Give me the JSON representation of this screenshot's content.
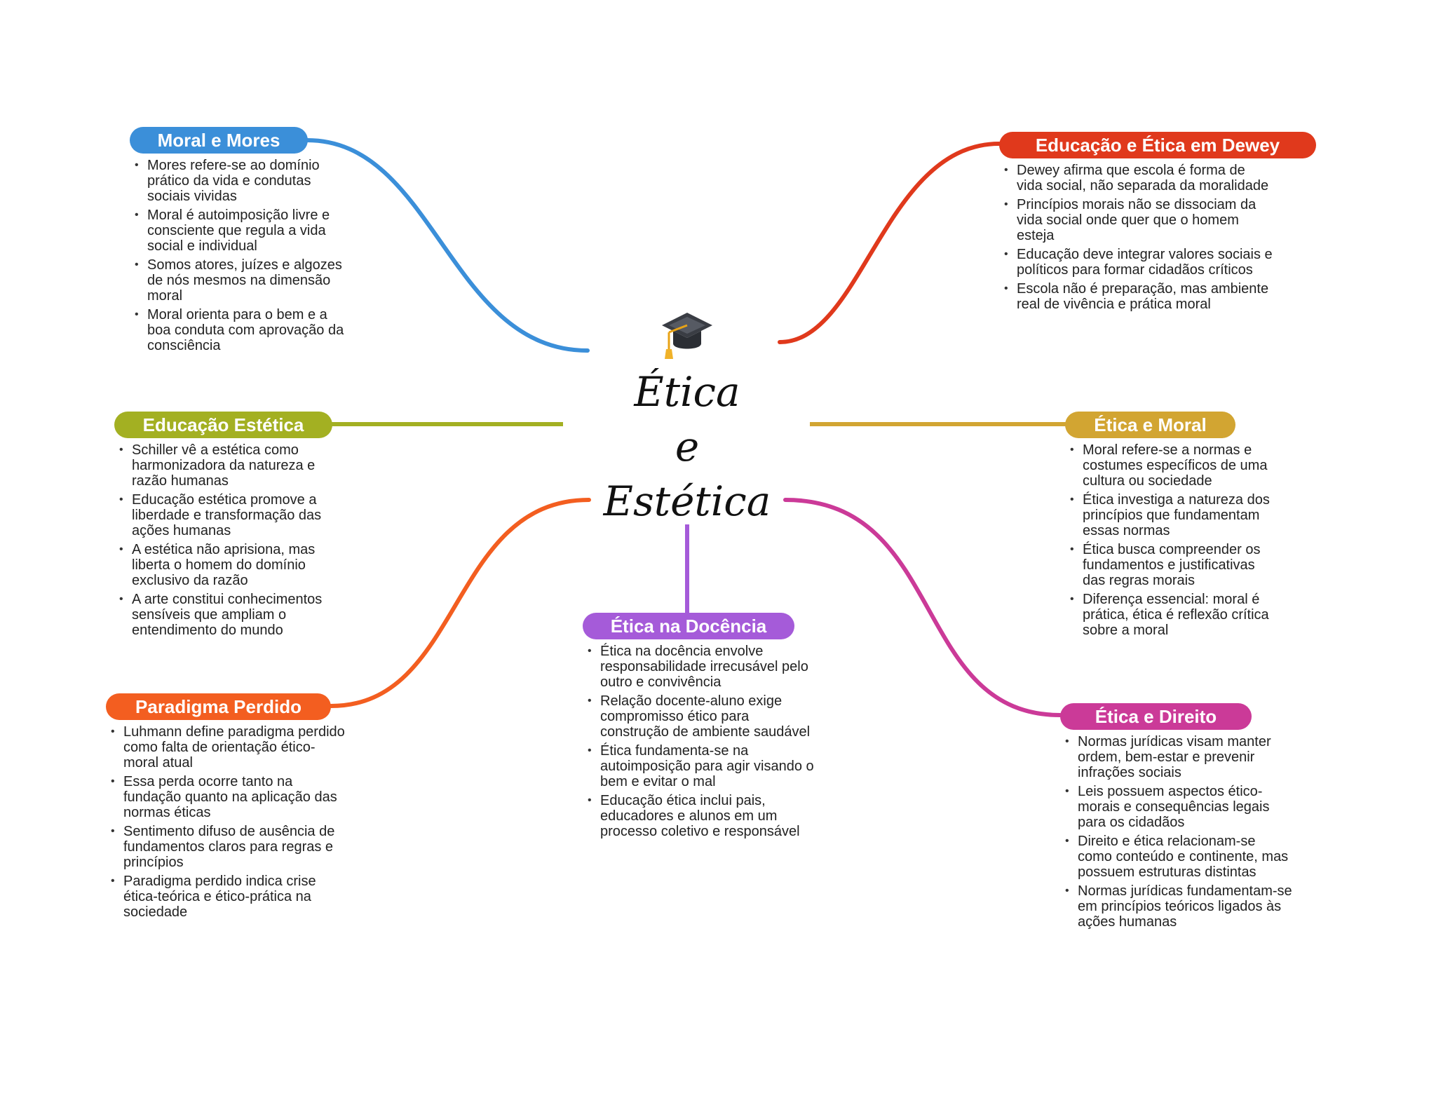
{
  "central": {
    "icon": "graduation-cap-icon",
    "title_lines": [
      "Ética",
      "e",
      "Estética"
    ]
  },
  "colors": {
    "moral_mores": "#3b8fd9",
    "educacao_dewey": "#e0391c",
    "educacao_estetica": "#a3b022",
    "etica_moral": "#d2a532",
    "paradigma": "#f35e20",
    "docencia": "#a55bd9",
    "direito": "#cb3a98"
  },
  "branches": {
    "moral_mores": {
      "label": "Moral e Mores",
      "points": [
        "Mores refere-se ao domínio prático da vida e condutas sociais vividas",
        "Moral é autoimposição livre e consciente que regula a vida social e individual",
        "Somos atores, juízes e algozes de nós mesmos na dimensão moral",
        "Moral orienta para o bem e a boa conduta com aprovação da consciência"
      ]
    },
    "educacao_dewey": {
      "label": "Educação e Ética em Dewey",
      "points": [
        "Dewey afirma que escola é forma de vida social, não separada da moralidade",
        "Princípios morais não se dissociam da vida social onde quer que o homem esteja",
        "Educação deve integrar valores sociais e políticos para formar cidadãos críticos",
        "Escola não é preparação, mas ambiente real de vivência e prática moral"
      ]
    },
    "educacao_estetica": {
      "label": "Educação Estética",
      "points": [
        "Schiller vê a estética como harmonizadora da natureza e razão humanas",
        "Educação estética promove a liberdade e transformação das ações humanas",
        "A estética não aprisiona, mas liberta o homem do domínio exclusivo da razão",
        "A arte constitui conhecimentos sensíveis que ampliam o entendimento do mundo"
      ]
    },
    "etica_moral": {
      "label": "Ética e Moral",
      "points": [
        "Moral refere-se a normas e costumes específicos de uma cultura ou sociedade",
        "Ética investiga a natureza dos princípios que fundamentam essas normas",
        "Ética busca compreender os fundamentos e justificativas das regras morais",
        "Diferença essencial: moral é prática, ética é reflexão crítica sobre a moral"
      ]
    },
    "paradigma": {
      "label": "Paradigma Perdido",
      "points": [
        "Luhmann define paradigma perdido como falta de orientação ético-moral atual",
        "Essa perda ocorre tanto na fundação quanto na aplicação das normas éticas",
        "Sentimento difuso de ausência de fundamentos claros para regras e princípios",
        "Paradigma perdido indica crise ética-teórica e ético-prática na sociedade"
      ]
    },
    "docencia": {
      "label": "Ética na Docência",
      "points": [
        "Ética na docência envolve responsabilidade irrecusável pelo outro e convivência",
        "Relação docente-aluno exige compromisso ético para construção de ambiente saudável",
        "Ética fundamenta-se na autoimposição para agir visando o bem e evitar o mal",
        "Educação ética inclui pais, educadores e alunos em um processo coletivo e responsável"
      ]
    },
    "direito": {
      "label": "Ética e Direito",
      "points": [
        "Normas jurídicas visam manter ordem, bem-estar e prevenir infrações sociais",
        "Leis possuem aspectos ético-morais e consequências legais para os cidadãos",
        "Direito e ética relacionam-se como conteúdo e continente, mas possuem estruturas distintas",
        "Normas jurídicas fundamentam-se em princípios teóricos ligados às ações humanas"
      ]
    }
  }
}
